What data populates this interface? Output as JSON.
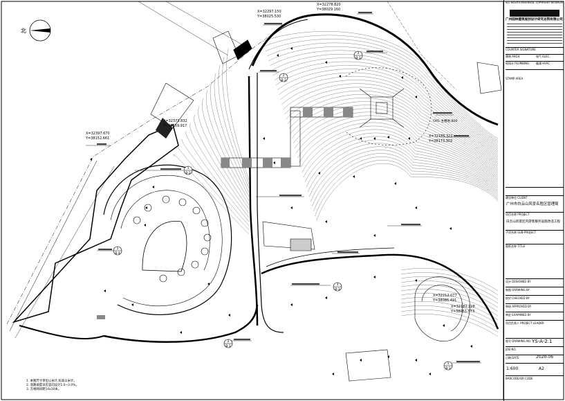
{
  "north_arrow": {
    "label": "北"
  },
  "coordinates": [
    {
      "x": "X=32297.150",
      "y": "Y=38025.530"
    },
    {
      "x": "X=32278.820",
      "y": "Y=38029.160"
    },
    {
      "x": "X=32373.832",
      "y": "Y=38159.917"
    },
    {
      "x": "X=32397.670",
      "y": "Y=38152.661"
    },
    {
      "x": "X=32185.322",
      "y": "Y=38173.302"
    },
    {
      "x": "X=32212.077",
      "y": "Y=38086.491"
    },
    {
      "x": "X=32182.228",
      "y": "Y=38051.573"
    }
  ],
  "plan_labels": {
    "pavilion_tag": "CM1-主楼地-B00"
  },
  "section_markers": [
    {
      "num": "3",
      "sheet": "B-1"
    },
    {
      "num": "2",
      "sheet": "B-3"
    },
    {
      "num": "1",
      "sheet": "B-2"
    },
    {
      "num": "1",
      "sheet": "B-4"
    },
    {
      "num": "2",
      "sheet": "B-1"
    },
    {
      "num": "3",
      "sheet": "B-3"
    },
    {
      "num": "1",
      "sheet": "B-1"
    }
  ],
  "notes": {
    "lines": [
      "1. 本图尺寸单位以米计,标高以米计。",
      "2. 道路坡度详见竖向设计1.0~3.0%。",
      "3. 方格网间距10x10米。"
    ]
  },
  "title_block": {
    "company": "广州园林建筑规划设计研究总院有限公司",
    "rights": "ALL RIGHTS RESERVED, COPYRIGHT RESERVED",
    "counter_signature": "COUNTER SIGNATURE",
    "disciplines": [
      "建筑 ARCH.",
      "电气 ELEC.",
      "给排水 PLUMBING",
      "暖通 HVAC."
    ],
    "stamp_area": "STAMP AREA",
    "client_label": "建设单位 CLIENT",
    "client": "广州市白云山风景名胜区管理局",
    "project_label": "项目名称 PROJECT",
    "project": "白云山风景区内游客服务设施改造工程",
    "subproject_label": "子项名称 SUB-PROJECT",
    "title_label": "图纸名称 TITLE",
    "roles": [
      "设计 DESIGNED BY",
      "制图 DRAWING BY",
      "校对 CHECKED BY",
      "审核 APPROVED BY",
      "审定 EXAMINED BY",
      "项目负责人 PROJECT LEADER"
    ],
    "drawing_no_label": "图号 DRAWING NO.",
    "drawing_no": "YS-A-2.1",
    "job_no_label": "JOB NO.",
    "date_label": "日期 DATE",
    "date": "2020-06",
    "scale": "1:600",
    "size": "A2",
    "barcode_label": "BARCODE/QR CODE"
  }
}
